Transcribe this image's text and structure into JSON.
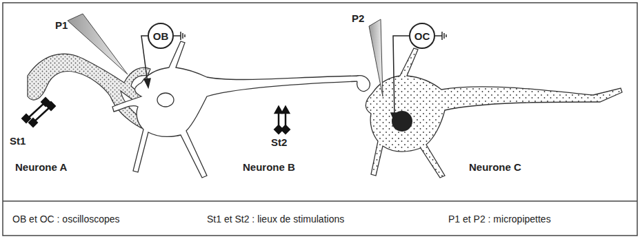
{
  "diagram": {
    "nodes": [
      {
        "text": [
          "OB"
        ]
      },
      {
        "text": [
          "OC"
        ]
      }
    ],
    "labels": [
      "P1",
      "St1",
      "Neurone A",
      "St2",
      "Neurone B",
      "P2",
      "Neurone C",
      "OB et OC : oscilloscopes",
      "St1 et St2 : lieux de stimulations",
      "P1 et P2 : micropipettes"
    ]
  }
}
